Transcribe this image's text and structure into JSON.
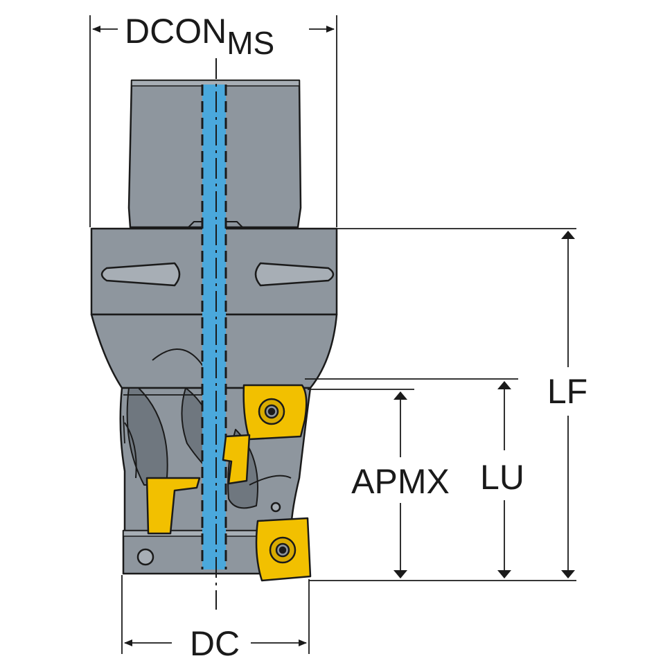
{
  "diagram": {
    "labels": {
      "dcon_main": "DCON",
      "dcon_sub": "MS",
      "dc": "DC",
      "lf": "LF",
      "lu": "LU",
      "apmx": "APMX"
    },
    "colors": {
      "body_fill": "#8e969e",
      "body_dark": "#6f777f",
      "body_light": "#a7aeb5",
      "coolant_channel": "#4aa8dc",
      "insert_yellow": "#f2c000",
      "outline": "#1a1a1a"
    }
  }
}
